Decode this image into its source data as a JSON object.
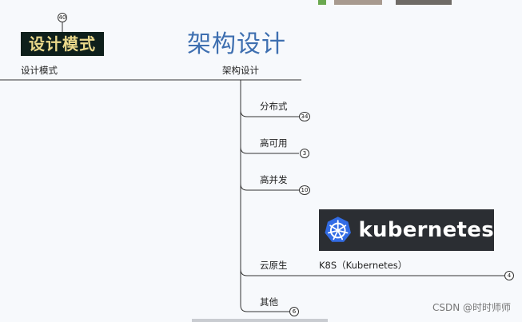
{
  "header_banner": {
    "text": "设计模式"
  },
  "main_title": "架构设计",
  "root_nodes": [
    {
      "label": "设计模式",
      "count": "40"
    },
    {
      "label": "架构设计"
    }
  ],
  "children": [
    {
      "label": "分布式",
      "count": "34"
    },
    {
      "label": "高可用",
      "count": "3"
    },
    {
      "label": "高并发",
      "count": "10"
    },
    {
      "label": "云原生",
      "count": "4",
      "detail": "K8S（Kubernetes）"
    },
    {
      "label": "其他",
      "count": "6"
    }
  ],
  "k8s_logo": {
    "word": "kubernetes",
    "color": "#326ce5"
  },
  "watermark": "CSDN @时时师师",
  "colors": {
    "title": "#3e6fb0",
    "line": "#333333"
  }
}
